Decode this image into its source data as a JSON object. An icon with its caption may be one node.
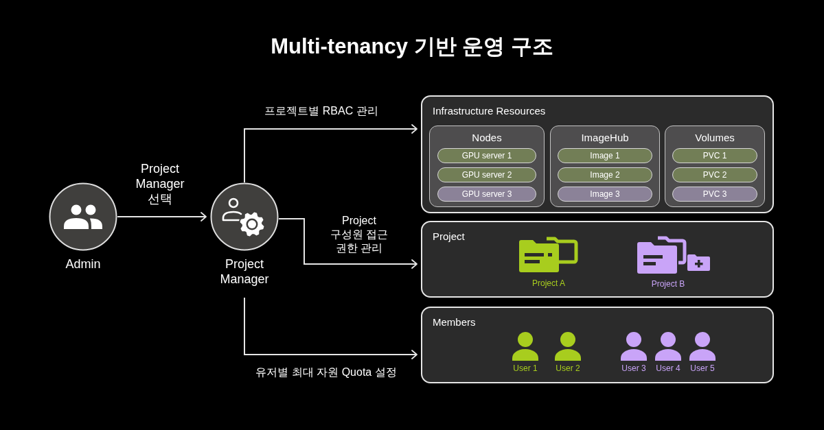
{
  "diagram": {
    "title": "Multi-tenancy 기반 운영 구조",
    "nodes": [
      {
        "text": [
          "Admin"
        ]
      },
      {
        "text": [
          "Project Manager"
        ]
      },
      {
        "text": [
          "Infrastructure Resources"
        ]
      },
      {
        "text": [
          "Nodes"
        ],
        "in": 2
      },
      {
        "text": [
          "GPU server 1"
        ],
        "in": 3
      },
      {
        "text": [
          "GPU server 2"
        ],
        "in": 3
      },
      {
        "text": [
          "GPU server 3"
        ],
        "in": 3
      },
      {
        "text": [
          "ImageHub"
        ],
        "in": 2
      },
      {
        "text": [
          "Image 1"
        ],
        "in": 7
      },
      {
        "text": [
          "Image 2"
        ],
        "in": 7
      },
      {
        "text": [
          "Image 3"
        ],
        "in": 7
      },
      {
        "text": [
          "Volumes"
        ],
        "in": 2
      },
      {
        "text": [
          "PVC 1"
        ],
        "in": 11
      },
      {
        "text": [
          "PVC 2"
        ],
        "in": 11
      },
      {
        "text": [
          "PVC 3"
        ],
        "in": 11
      },
      {
        "text": [
          "Project"
        ]
      },
      {
        "text": [
          "Project A"
        ],
        "in": 15
      },
      {
        "text": [
          "Project B"
        ],
        "in": 15
      },
      {
        "text": [
          "Members"
        ]
      },
      {
        "text": [
          "User 1"
        ],
        "in": 18
      },
      {
        "text": [
          "User 2"
        ],
        "in": 18
      },
      {
        "text": [
          "User 3"
        ],
        "in": 18
      },
      {
        "text": [
          "User 4"
        ],
        "in": 18
      },
      {
        "text": [
          "User 5"
        ],
        "in": 18
      }
    ],
    "edges": [
      {
        "from": 0,
        "to": 1,
        "arrow": "to",
        "label": "Project Manager 선택"
      },
      {
        "from": 1,
        "to": 2,
        "arrow": "to",
        "label": "프로젝트별 RBAC 관리"
      },
      {
        "from": 1,
        "to": 15,
        "arrow": "to",
        "label": "Project 구성원 접근 권한 관리"
      },
      {
        "from": 1,
        "to": 18,
        "arrow": "to",
        "label": "유저별 최대 자원 Quota 설정"
      }
    ]
  }
}
